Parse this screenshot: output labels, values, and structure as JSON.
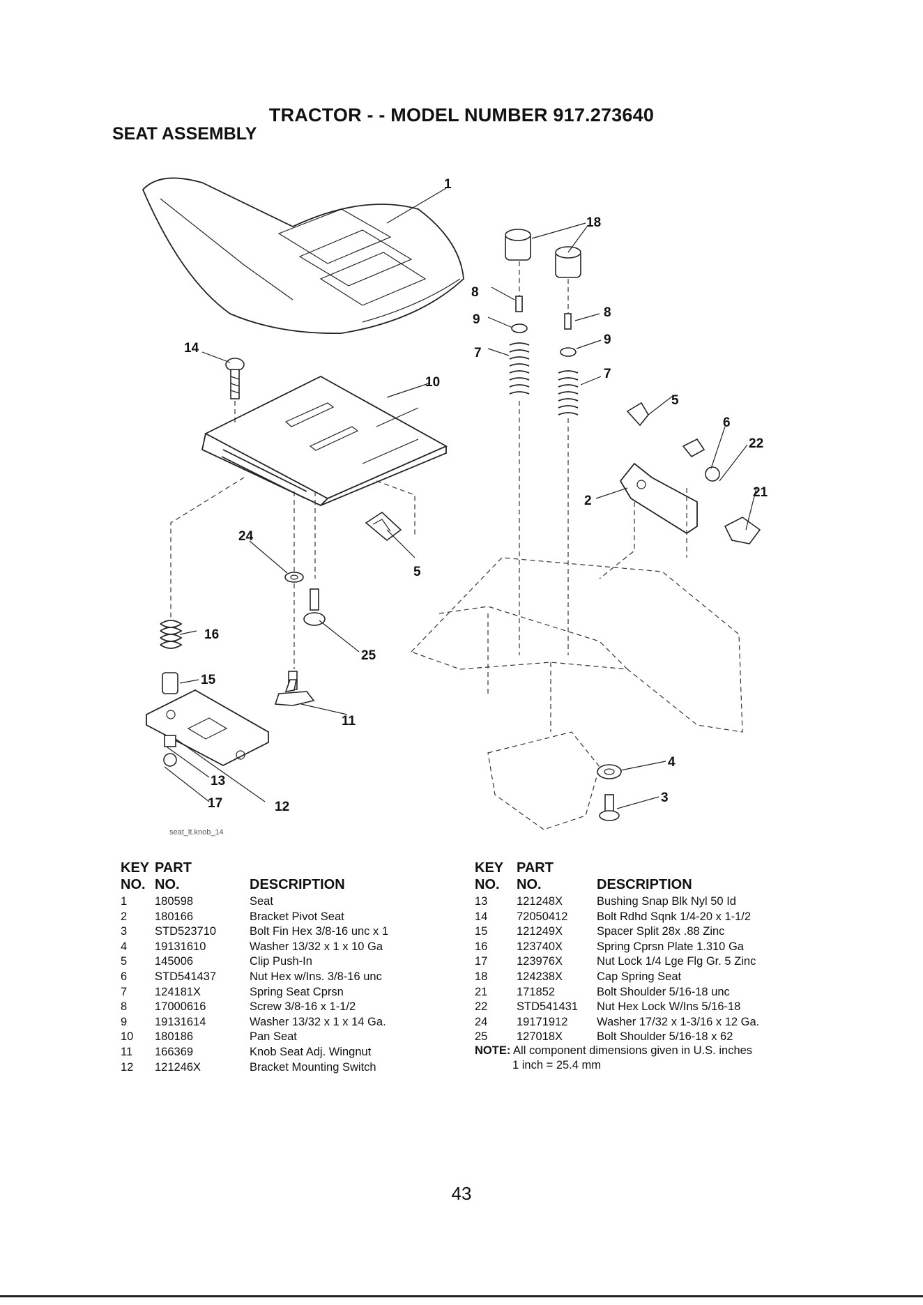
{
  "header": {
    "title": "TRACTOR - - MODEL NUMBER 917.273640",
    "subtitle": "SEAT ASSEMBLY"
  },
  "diagram": {
    "filename": "seat_lt.knob_14",
    "callouts": [
      "1",
      "18",
      "8",
      "9",
      "7",
      "8",
      "9",
      "7",
      "5",
      "6",
      "22",
      "21",
      "2",
      "14",
      "10",
      "5",
      "24",
      "16",
      "25",
      "15",
      "11",
      "13",
      "17",
      "12",
      "4",
      "3"
    ]
  },
  "table_headers": {
    "key_top": "KEY",
    "key_bottom": "NO.",
    "part_top": "PART",
    "part_bottom": "NO.",
    "description": "DESCRIPTION"
  },
  "parts_left": [
    {
      "key": "1",
      "part": "180598",
      "desc": "Seat"
    },
    {
      "key": "2",
      "part": "180166",
      "desc": "Bracket Pivot Seat"
    },
    {
      "key": "3",
      "part": "STD523710",
      "desc": "Bolt Fin Hex 3/8-16 unc x 1"
    },
    {
      "key": "4",
      "part": "19131610",
      "desc": "Washer 13/32 x 1 x 10 Ga"
    },
    {
      "key": "5",
      "part": "145006",
      "desc": "Clip Push-In"
    },
    {
      "key": "6",
      "part": "STD541437",
      "desc": "Nut Hex w/Ins. 3/8-16 unc"
    },
    {
      "key": "7",
      "part": "124181X",
      "desc": "Spring Seat Cprsn"
    },
    {
      "key": "8",
      "part": "17000616",
      "desc": "Screw 3/8-16 x 1-1/2"
    },
    {
      "key": "9",
      "part": "19131614",
      "desc": "Washer 13/32 x 1 x 14 Ga."
    },
    {
      "key": "10",
      "part": "180186",
      "desc": "Pan Seat"
    },
    {
      "key": "11",
      "part": "166369",
      "desc": "Knob Seat Adj. Wingnut"
    },
    {
      "key": "12",
      "part": "121246X",
      "desc": "Bracket Mounting Switch"
    }
  ],
  "parts_right": [
    {
      "key": "13",
      "part": "121248X",
      "desc": "Bushing Snap Blk Nyl 50 Id"
    },
    {
      "key": "14",
      "part": "72050412",
      "desc": "Bolt Rdhd Sqnk 1/4-20 x 1-1/2"
    },
    {
      "key": "15",
      "part": "121249X",
      "desc": "Spacer Split 28x .88 Zinc"
    },
    {
      "key": "16",
      "part": "123740X",
      "desc": "Spring Cprsn Plate 1.310 Ga"
    },
    {
      "key": "17",
      "part": "123976X",
      "desc": "Nut Lock 1/4 Lge Flg Gr. 5 Zinc"
    },
    {
      "key": "18",
      "part": "124238X",
      "desc": "Cap Spring Seat"
    },
    {
      "key": "21",
      "part": "171852",
      "desc": "Bolt Shoulder 5/16-18 unc"
    },
    {
      "key": "22",
      "part": "STD541431",
      "desc": "Nut Hex Lock W/Ins 5/16-18"
    },
    {
      "key": "24",
      "part": "19171912",
      "desc": "Washer 17/32 x 1-3/16 x 12 Ga."
    },
    {
      "key": "25",
      "part": "127018X",
      "desc": "Bolt Shoulder 5/16-18 x 62"
    }
  ],
  "note": {
    "label": "NOTE:",
    "line1": "All component dimensions given in U.S. inches",
    "line2": "1 inch = 25.4 mm"
  },
  "page_number": "43"
}
